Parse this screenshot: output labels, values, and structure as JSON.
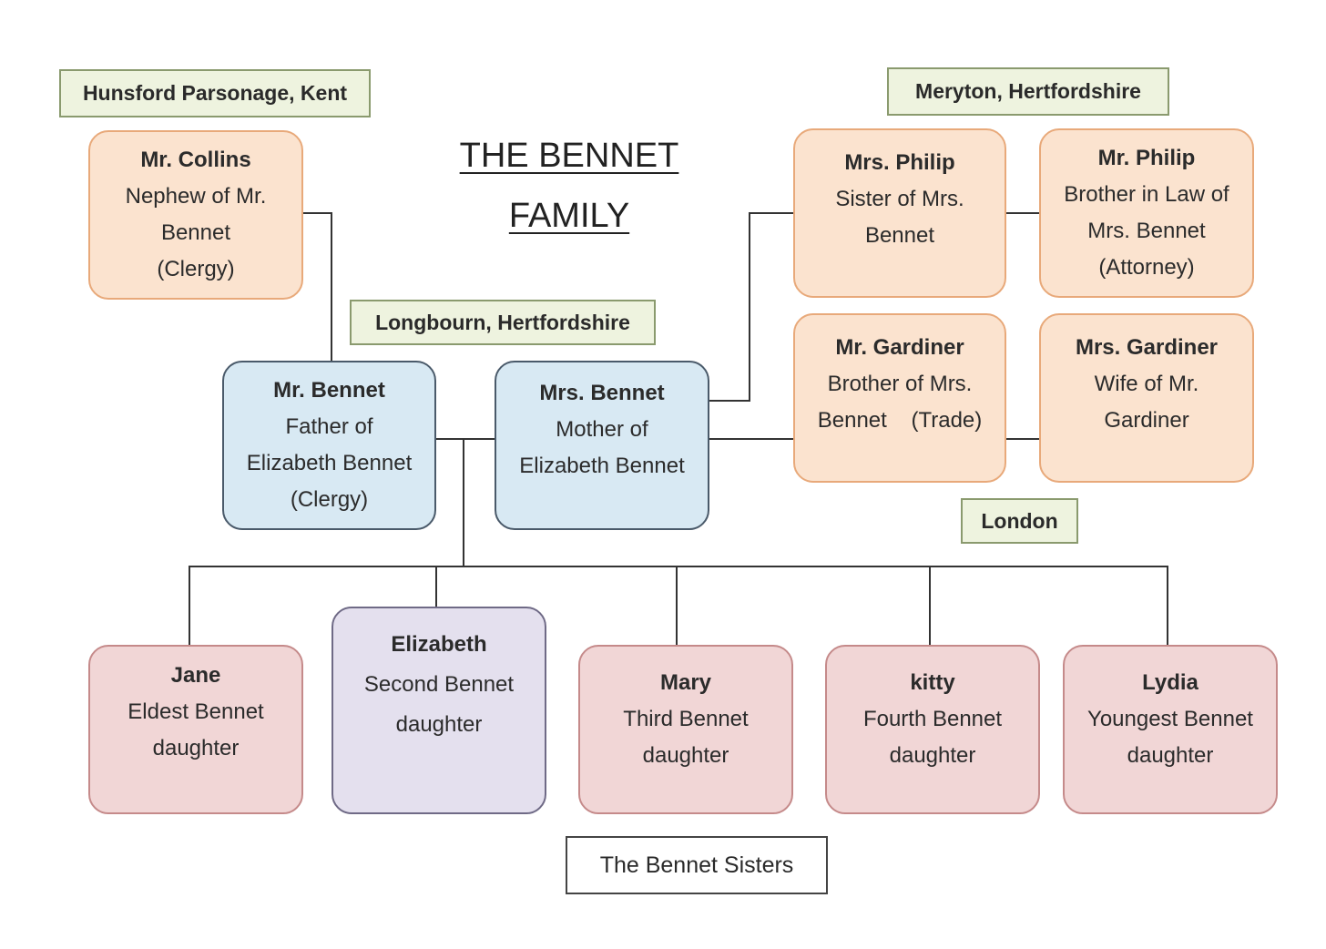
{
  "title": {
    "line1": "THE BENNET",
    "line2": "FAMILY"
  },
  "locations": {
    "hunsford": "Hunsford Parsonage, Kent",
    "meryton": "Meryton, Hertfordshire",
    "longbourn": "Longbourn, Hertfordshire",
    "london": "London"
  },
  "people": {
    "collins": {
      "name": "Mr. Collins",
      "lines": [
        "Nephew of Mr.",
        "Bennet",
        "(Clergy)"
      ]
    },
    "mrs_philip": {
      "name": "Mrs. Philip",
      "lines": [
        "Sister of Mrs.",
        "Bennet"
      ]
    },
    "mr_philip": {
      "name": "Mr. Philip",
      "lines": [
        "Brother in Law of",
        "Mrs. Bennet",
        "(Attorney)"
      ]
    },
    "mr_gardiner": {
      "name": "Mr. Gardiner",
      "lines": [
        "Brother of Mrs.",
        "Bennet    (Trade)"
      ]
    },
    "mrs_gardiner": {
      "name": "Mrs. Gardiner",
      "lines": [
        "Wife of Mr.",
        "Gardiner"
      ]
    },
    "mr_bennet": {
      "name": "Mr. Bennet",
      "lines": [
        "Father of",
        "Elizabeth Bennet",
        "(Clergy)"
      ]
    },
    "mrs_bennet": {
      "name": "Mrs. Bennet",
      "lines": [
        "Mother of",
        "Elizabeth Bennet"
      ]
    },
    "jane": {
      "name": "Jane",
      "lines": [
        "Eldest Bennet",
        "daughter"
      ]
    },
    "elizabeth": {
      "name": "Elizabeth",
      "lines": [
        "Second Bennet",
        "daughter"
      ]
    },
    "mary": {
      "name": "Mary",
      "lines": [
        "Third Bennet",
        "daughter"
      ]
    },
    "kitty": {
      "name": "kitty",
      "lines": [
        "Fourth Bennet",
        "daughter"
      ]
    },
    "lydia": {
      "name": "Lydia",
      "lines": [
        "Youngest Bennet",
        "daughter"
      ]
    }
  },
  "caption": "The Bennet Sisters",
  "colors": {
    "relative_box": "#fbe3cf",
    "parent_box": "#d8e9f3",
    "sister_box": "#f1d6d6",
    "elizabeth_box": "#e4e0ee",
    "location_label": "#eef3df"
  }
}
